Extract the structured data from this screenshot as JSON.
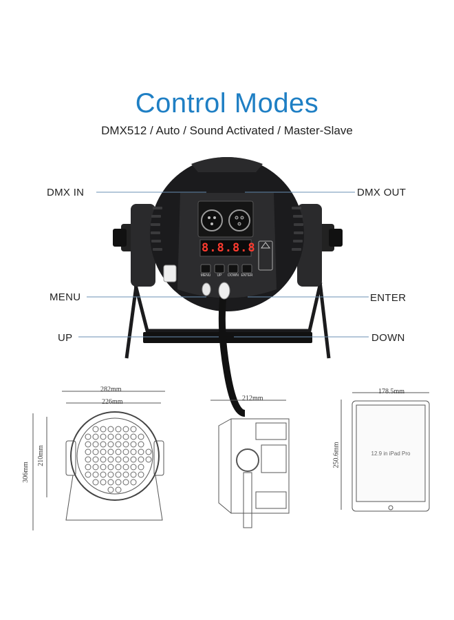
{
  "header": {
    "title": "Control Modes",
    "subtitle": "DMX512 / Auto / Sound Activated / Master-Slave"
  },
  "callouts": {
    "dmx_in": "DMX IN",
    "dmx_out": "DMX OUT",
    "menu": "MENU",
    "enter": "ENTER",
    "up": "UP",
    "down": "DOWN"
  },
  "panel": {
    "display": "8.8.8.8",
    "buttons": [
      "MENU",
      "UP",
      "DOWN",
      "ENTER"
    ]
  },
  "dimensions": {
    "front_width_outer": "282mm",
    "front_width_inner": "226mm",
    "front_height_outer": "306mm",
    "front_height_inner": "210mm",
    "side_depth": "212mm",
    "ipad_width": "178.5mm",
    "ipad_height": "250.6mm",
    "ipad_label": "12.9 in iPad Pro"
  },
  "colors": {
    "title": "#1f7fc4",
    "callout_line": "#6a8fb3",
    "fixture": "#1b1b1d"
  }
}
